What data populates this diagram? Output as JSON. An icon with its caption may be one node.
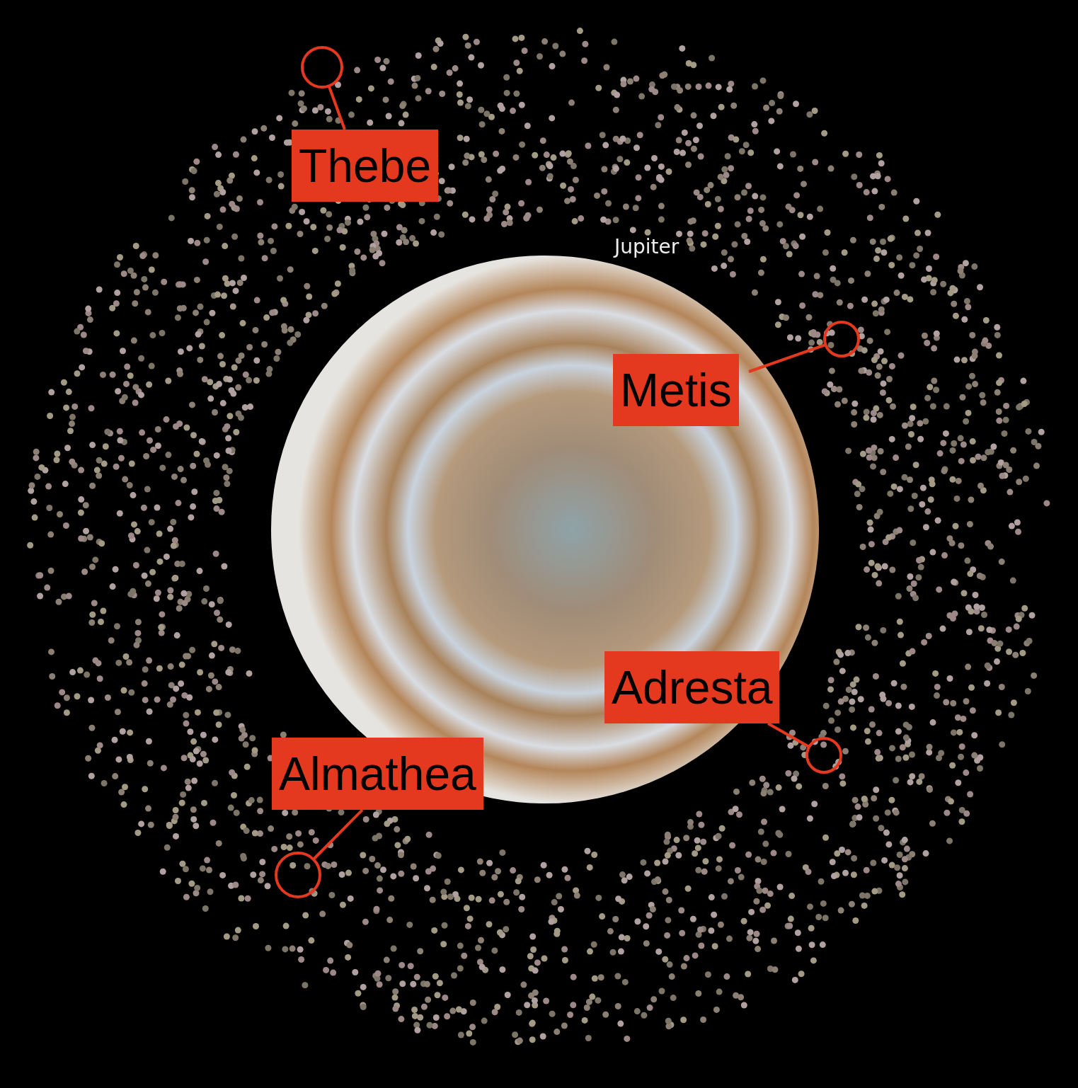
{
  "diagram": {
    "nodes": [
      {
        "text": [
          "Thebe"
        ]
      },
      {
        "text": [],
        "shape": "circle"
      },
      {
        "text": [
          "Metis"
        ]
      },
      {
        "text": [],
        "shape": "circle"
      },
      {
        "text": [
          "Adresta"
        ]
      },
      {
        "text": [],
        "shape": "circle"
      },
      {
        "text": [
          "Almathea"
        ]
      },
      {
        "text": [],
        "shape": "circle"
      }
    ],
    "edges": [
      {
        "from": 0,
        "to": 1,
        "arrow": "none"
      },
      {
        "from": 2,
        "to": 3,
        "arrow": "none"
      },
      {
        "from": 4,
        "to": 5,
        "arrow": "none"
      },
      {
        "from": 6,
        "to": 7,
        "arrow": "none"
      }
    ],
    "labels": [
      "Jupiter"
    ]
  }
}
